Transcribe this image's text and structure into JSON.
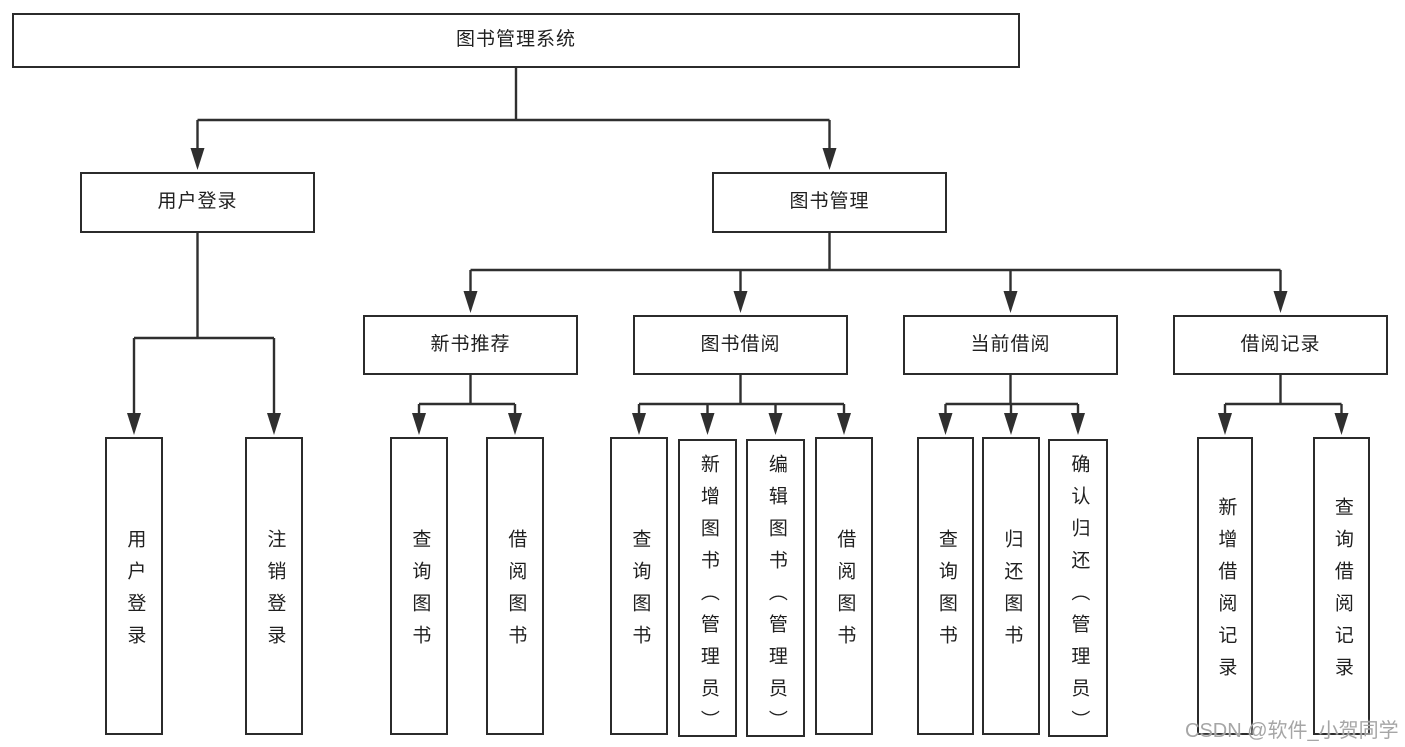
{
  "colors": {
    "line": "#2f2f2f",
    "border": "#2b2b2b",
    "text": "#1f1f1f",
    "watermark": "#a6a6a6",
    "background": "#ffffff"
  },
  "watermark": {
    "text": "CSDN @软件_小贺同学"
  },
  "tree": {
    "root": {
      "label": "图书管理系统"
    },
    "branches": [
      {
        "label": "用户登录",
        "children": [
          {
            "label": "用户登录"
          },
          {
            "label": "注销登录"
          }
        ]
      },
      {
        "label": "图书管理",
        "children": [
          {
            "label": "新书推荐",
            "children": [
              {
                "label": "查询图书"
              },
              {
                "label": "借阅图书"
              }
            ]
          },
          {
            "label": "图书借阅",
            "children": [
              {
                "label": "查询图书"
              },
              {
                "label": "新增图书（管理员）"
              },
              {
                "label": "编辑图书（管理员）"
              },
              {
                "label": "借阅图书"
              }
            ]
          },
          {
            "label": "当前借阅",
            "children": [
              {
                "label": "查询图书"
              },
              {
                "label": "归还图书"
              },
              {
                "label": "确认归还（管理员）"
              }
            ]
          },
          {
            "label": "借阅记录",
            "children": [
              {
                "label": "新增借阅记录"
              },
              {
                "label": "查询借阅记录"
              }
            ]
          }
        ]
      }
    ]
  }
}
